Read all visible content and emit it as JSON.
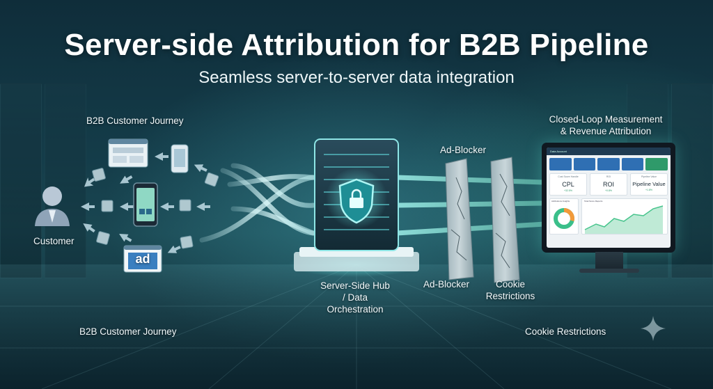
{
  "title": "Server-side Attribution for B2B Pipeline",
  "subtitle": "Seamless server-to-server data integration",
  "labels": {
    "journey_top": "B2B Customer Journey",
    "customer": "Customer",
    "ad_text": "ad",
    "hub": "Server-Side Hub\n/ Data\nOrchestration",
    "adblocker_top": "Ad-Blocker",
    "adblocker_bottom": "Ad-Blocker",
    "cookie_mid": "Cookie\nRestrictions",
    "closed_loop": "Closed-Loop Measurement\n& Revenue Attribution",
    "journey_bottom": "B2B Customer Journey",
    "cookie_bottom": "Cookie Restrictions"
  },
  "dashboard": {
    "header": "Data Account",
    "metrics": [
      {
        "caption": "Cost Score Handle",
        "label": "CPL",
        "sub": "+32.5%"
      },
      {
        "caption": "ROI",
        "label": "ROI",
        "sub": "+0.8%"
      },
      {
        "caption": "Pipeline Value",
        "label": "Pipeline Value",
        "sub": "+1.8%"
      }
    ],
    "panel_left": "Attributions Insights",
    "panel_right": "Total Score Reports"
  },
  "colors": {
    "accent": "#3fd6d0",
    "flow": "#9fe8ea",
    "kpi_blue": "#2f6fb3",
    "kpi_green": "#2f9a6a",
    "donut_orange": "#f29a3a",
    "donut_green": "#3bbf8a",
    "chart_line": "#47c48c"
  },
  "icons": [
    "user-icon",
    "browser-window-icon",
    "smartphone-icon",
    "ad-banner-icon",
    "server-hub-icon",
    "shield-lock-icon",
    "firewall-wall-icon",
    "monitor-dashboard-icon",
    "sparkle-icon"
  ]
}
